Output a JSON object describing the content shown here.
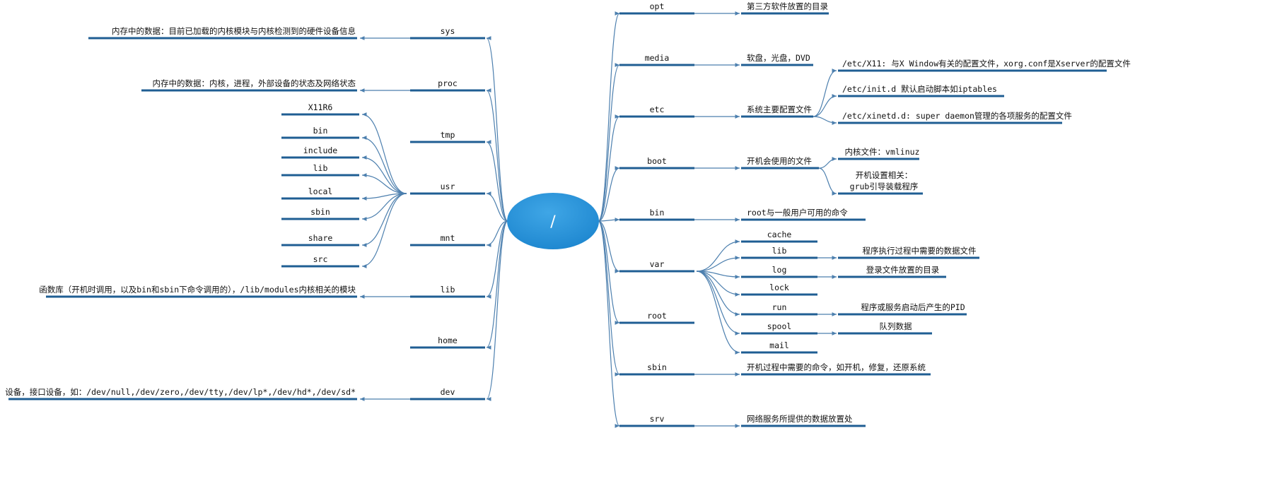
{
  "root": {
    "label": "/"
  },
  "colors": {
    "line": "#1F5E93",
    "connector": "#4C7FAE",
    "root_fill": "#1D86CF",
    "root_fill_light": "#3FA6E6"
  },
  "left": [
    {
      "id": "sys",
      "label": "sys",
      "desc": "内存中的数据：目前已加载的内核模块与内核检测到的硬件设备信息"
    },
    {
      "id": "proc",
      "label": "proc",
      "desc": "内存中的数据：内核，进程，外部设备的状态及网络状态"
    },
    {
      "id": "tmp",
      "label": "tmp"
    },
    {
      "id": "usr",
      "label": "usr",
      "children": [
        "X11R6",
        "bin",
        "include",
        "lib",
        "local",
        "sbin",
        "share",
        "src"
      ]
    },
    {
      "id": "mnt",
      "label": "mnt"
    },
    {
      "id": "lib",
      "label": "lib",
      "desc": "函数库（开机时调用，以及bin和sbin下命令调用的），/lib/modules内核相关的模块"
    },
    {
      "id": "home",
      "label": "home"
    },
    {
      "id": "dev",
      "label": "dev",
      "desc": "硬盘，设备，接口设备，如：/dev/null,/dev/zero,/dev/tty,/dev/lp*,/dev/hd*,/dev/sd*"
    }
  ],
  "right": [
    {
      "id": "opt",
      "label": "opt",
      "desc": "第三方软件放置的目录"
    },
    {
      "id": "media",
      "label": "media",
      "desc": "软盘，光盘，DVD"
    },
    {
      "id": "etc",
      "label": "etc",
      "desc": "系统主要配置文件",
      "details": [
        "/etc/X11: 与X Window有关的配置文件，xorg.conf是Xserver的配置文件",
        "/etc/init.d 默认启动脚本如iptables",
        "/etc/xinetd.d: super daemon管理的各项服务的配置文件"
      ]
    },
    {
      "id": "boot",
      "label": "boot",
      "desc": "开机会使用的文件",
      "details": [
        "内核文件：vmlinuz",
        "开机设置相关：\ngrub引导装载程序"
      ]
    },
    {
      "id": "bin",
      "label": "bin",
      "desc": "root与一般用户可用的命令"
    },
    {
      "id": "var",
      "label": "var",
      "children": [
        {
          "label": "cache"
        },
        {
          "label": "lib",
          "desc": "程序执行过程中需要的数据文件"
        },
        {
          "label": "log",
          "desc": "登录文件放置的目录"
        },
        {
          "label": "lock"
        },
        {
          "label": "run",
          "desc": "程序或服务启动后产生的PID"
        },
        {
          "label": "spool",
          "desc": "队列数据"
        },
        {
          "label": "mail"
        }
      ]
    },
    {
      "id": "root",
      "label": "root"
    },
    {
      "id": "sbin",
      "label": "sbin",
      "desc": "开机过程中需要的命令，如开机，修复，还原系统"
    },
    {
      "id": "srv",
      "label": "srv",
      "desc": "网络服务所提供的数据放置处"
    }
  ]
}
